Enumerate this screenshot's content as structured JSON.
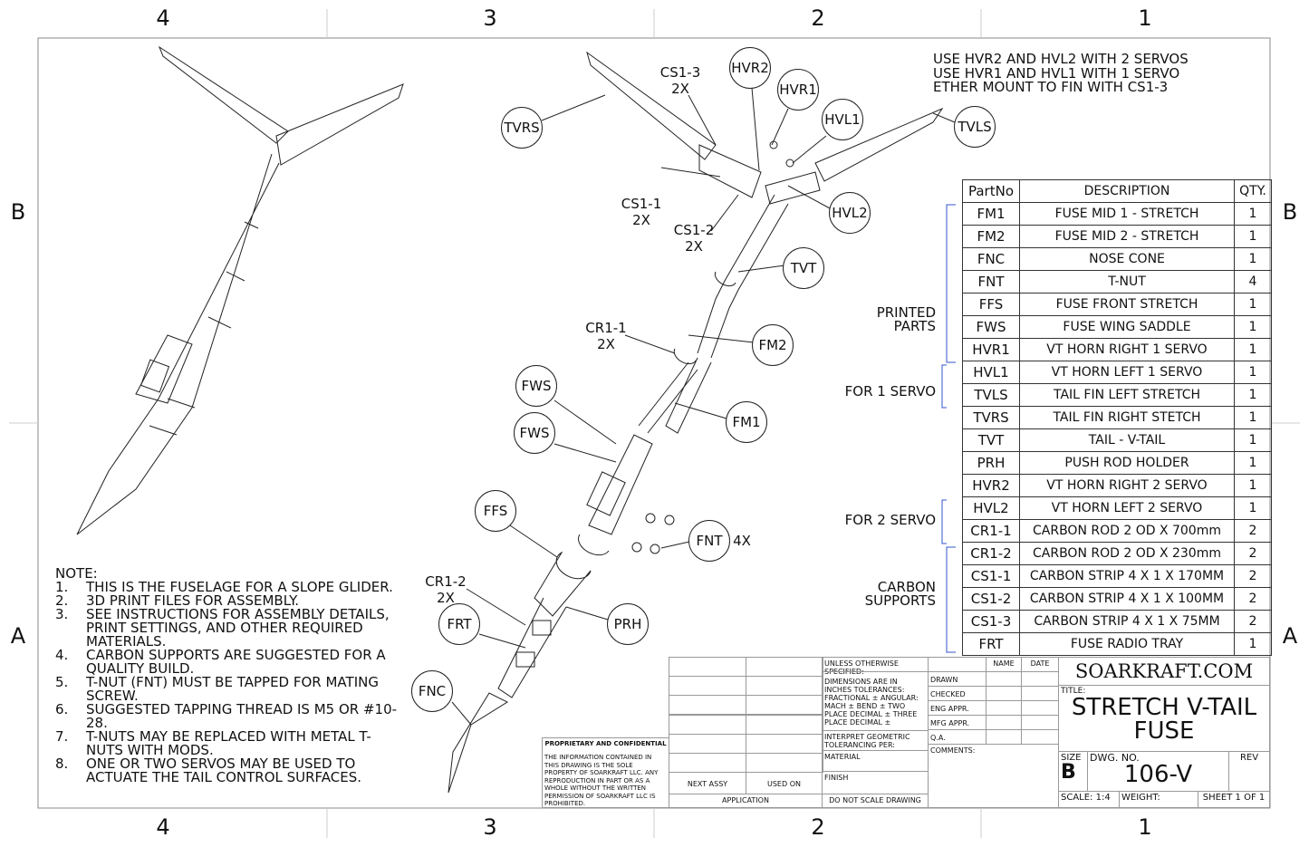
{
  "zones": {
    "columns": [
      "4",
      "3",
      "2",
      "1"
    ],
    "rows": [
      "B",
      "A"
    ]
  },
  "header_note": [
    "USE HVR2 AND HVL2 WITH 2 SERVOS",
    "USE HVR1 AND HVL1 WITH 1 SERVO",
    "ETHER MOUNT TO FIN WITH CS1-3"
  ],
  "balloons": [
    "TVRS",
    "HVR2",
    "HVR1",
    "HVL1",
    "TVLS",
    "HVL2",
    "TVT",
    "FM2",
    "FM1",
    "FWS",
    "FWS",
    "FFS",
    "FNT",
    "PRH",
    "FRT",
    "FNC"
  ],
  "callouts": [
    {
      "id": "CS1-3",
      "qty": "2X"
    },
    {
      "id": "CS1-1",
      "qty": "2X"
    },
    {
      "id": "CS1-2",
      "qty": "2X"
    },
    {
      "id": "CR1-1",
      "qty": "2X"
    },
    {
      "id": "CR1-2",
      "qty": "2X"
    },
    {
      "id": "",
      "qty": "4X"
    }
  ],
  "groups": {
    "printed": "PRINTED PARTS",
    "one_servo": "FOR 1 SERVO",
    "two_servo": "FOR 2 SERVO",
    "carbon": "CARBON SUPPORTS"
  },
  "bom": {
    "headers": [
      "PartNo",
      "DESCRIPTION",
      "QTY."
    ],
    "rows": [
      [
        "FM1",
        "FUSE MID 1 - STRETCH",
        "1"
      ],
      [
        "FM2",
        "FUSE MID 2 - STRETCH",
        "1"
      ],
      [
        "FNC",
        "NOSE CONE",
        "1"
      ],
      [
        "FNT",
        "T-NUT",
        "4"
      ],
      [
        "FFS",
        "FUSE FRONT STRETCH",
        "1"
      ],
      [
        "FWS",
        "FUSE WING SADDLE",
        "1"
      ],
      [
        "HVR1",
        "VT HORN RIGHT 1 SERVO",
        "1"
      ],
      [
        "HVL1",
        "VT HORN LEFT 1 SERVO",
        "1"
      ],
      [
        "TVLS",
        "TAIL FIN LEFT STRETCH",
        "1"
      ],
      [
        "TVRS",
        "TAIL FIN RIGHT STETCH",
        "1"
      ],
      [
        "TVT",
        "TAIL - V-TAIL",
        "1"
      ],
      [
        "PRH",
        "PUSH ROD HOLDER",
        "1"
      ],
      [
        "HVR2",
        "VT HORN RIGHT 2 SERVO",
        "1"
      ],
      [
        "HVL2",
        "VT HORN LEFT 2 SERVO",
        "1"
      ],
      [
        "CR1-1",
        "CARBON ROD 2 OD X 700mm",
        "2"
      ],
      [
        "CR1-2",
        "CARBON ROD 2 OD X 230mm",
        "2"
      ],
      [
        "CS1-1",
        "CARBON STRIP 4 X 1 X 170MM",
        "2"
      ],
      [
        "CS1-2",
        "CARBON STRIP 4 X 1 X 100MM",
        "2"
      ],
      [
        "CS1-3",
        "CARBON STRIP 4 X 1 X 75MM",
        "2"
      ],
      [
        "FRT",
        "FUSE RADIO TRAY",
        "1"
      ]
    ]
  },
  "notes": {
    "title": "NOTE:",
    "items": [
      [
        "1.",
        "THIS IS THE FUSELAGE FOR A SLOPE GLIDER."
      ],
      [
        "2.",
        "3D PRINT FILES FOR ASSEMBLY."
      ],
      [
        "3.",
        "SEE INSTRUCTIONS FOR ASSEMBLY DETAILS, PRINT SETTINGS, AND OTHER REQUIRED MATERIALS."
      ],
      [
        "4.",
        "CARBON SUPPORTS ARE SUGGESTED FOR A QUALITY BUILD."
      ],
      [
        "5.",
        "T-NUT (FNT) MUST BE TAPPED FOR MATING SCREW."
      ],
      [
        "6.",
        "SUGGESTED TAPPING THREAD IS M5 OR #10-28."
      ],
      [
        "7.",
        "T-NUTS MAY BE REPLACED WITH METAL T-NUTS WITH MODS."
      ],
      [
        "8.",
        "ONE OR TWO SERVOS MAY BE USED TO ACTUATE THE TAIL CONTROL SURFACES."
      ]
    ]
  },
  "title_block": {
    "proprietary_title": "PROPRIETARY AND CONFIDENTIAL",
    "proprietary_text": "THE INFORMATION CONTAINED IN THIS DRAWING IS THE SOLE PROPERTY OF SOARKRAFT LLC. ANY REPRODUCTION IN PART OR AS A WHOLE WITHOUT THE WRITTEN PERMISSION OF SOARKRAFT LLC IS PROHIBITED.",
    "next_assy": "NEXT ASSY",
    "used_on": "USED ON",
    "application": "APPLICATION",
    "unless": "UNLESS OTHERWISE SPECIFIED:",
    "tolerances": "DIMENSIONS ARE IN INCHES TOLERANCES: FRACTIONAL ± ANGULAR: MACH ± BEND ± TWO PLACE DECIMAL ± THREE PLACE DECIMAL ±",
    "interpret": "INTERPRET GEOMETRIC TOLERANCING PER:",
    "material": "MATERIAL",
    "finish": "FINISH",
    "no_scale": "DO NOT SCALE DRAWING",
    "name": "NAME",
    "date": "DATE",
    "drawn": "DRAWN",
    "checked": "CHECKED",
    "eng": "ENG APPR.",
    "mfg": "MFG APPR.",
    "qa": "Q.A.",
    "comments": "COMMENTS:",
    "company": "SOARKRAFT.COM",
    "title_label": "TITLE:",
    "title1": "STRETCH V-TAIL",
    "title2": "FUSE",
    "size_label": "SIZE",
    "size": "B",
    "dwg_label": "DWG.  NO.",
    "dwg": "106-V",
    "rev_label": "REV",
    "scale": "SCALE: 1:4",
    "weight": "WEIGHT:",
    "sheet": "SHEET 1 OF 1"
  },
  "colors": {
    "bracket": "#3355cc"
  }
}
